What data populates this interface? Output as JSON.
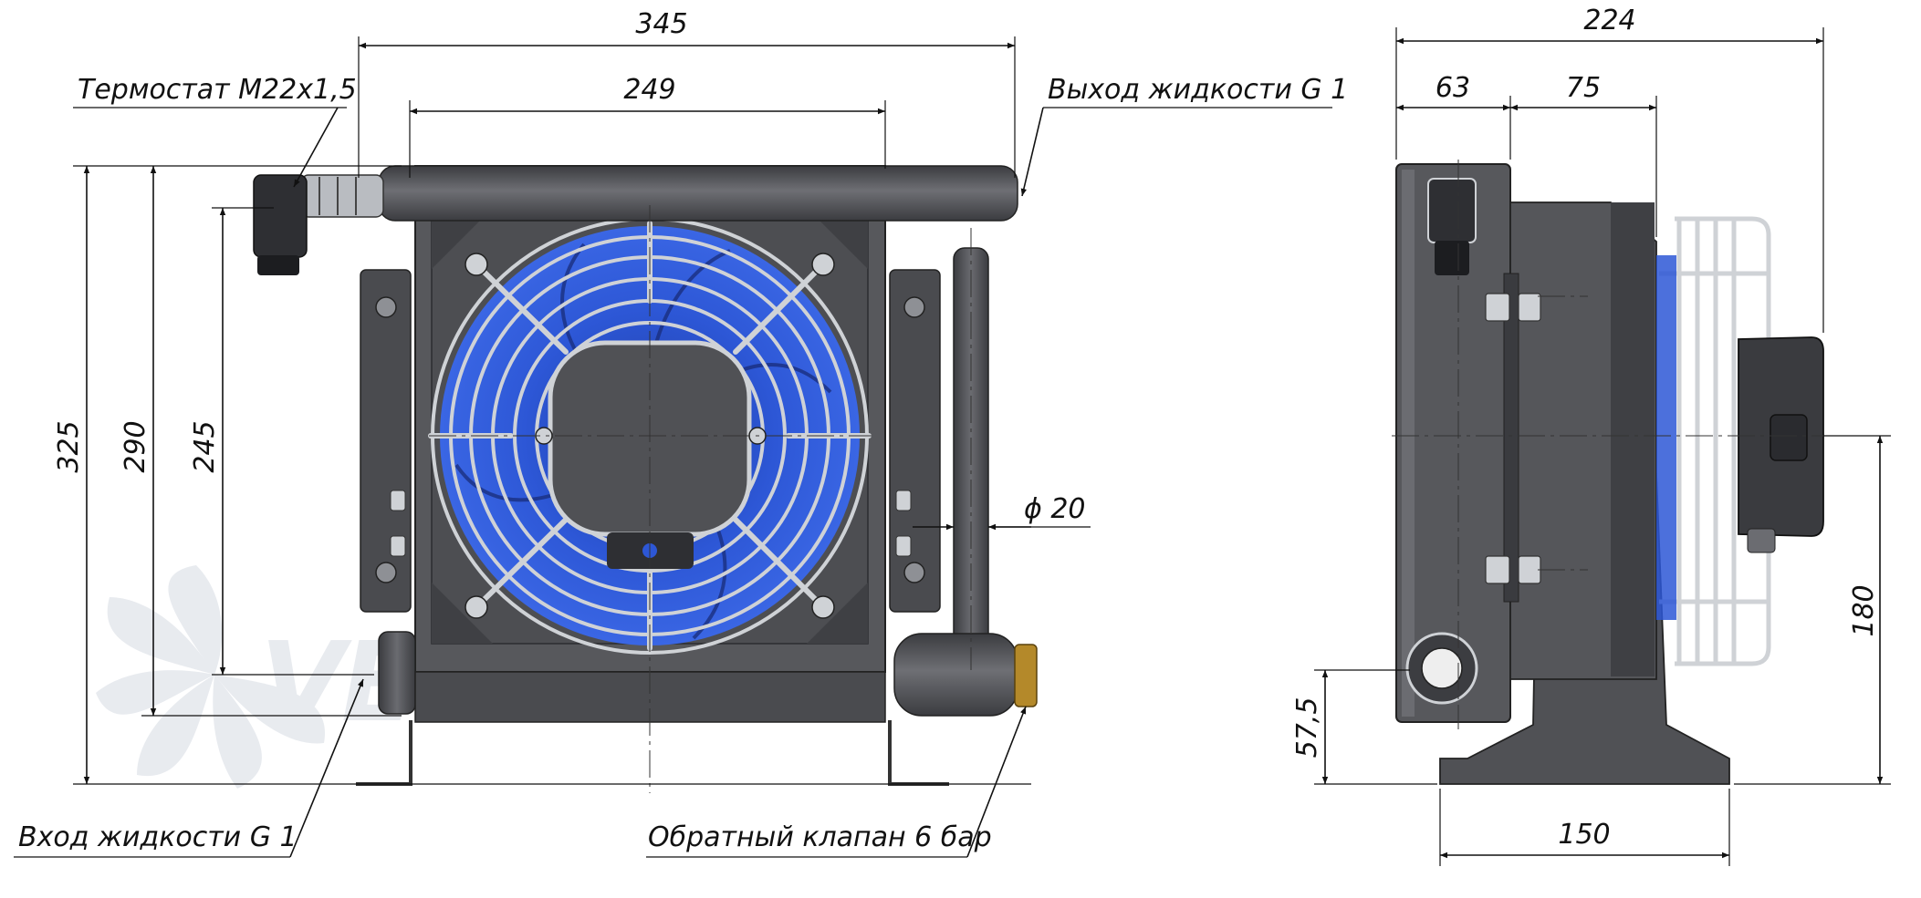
{
  "dimensions": {
    "front_width_total": "345",
    "front_width_core": "249",
    "front_height_total": "325",
    "front_height_290": "290",
    "front_height_245": "245",
    "pipe_diameter": "ϕ 20",
    "side_depth_total": "224",
    "side_depth_63": "63",
    "side_depth_75": "75",
    "side_height_180": "180",
    "side_height_57_5": "57,5",
    "side_base_150": "150"
  },
  "labels": {
    "thermostat": "Термостат М22х1,5",
    "fluid_outlet": "Выход жидкости G 1",
    "fluid_inlet": "Вход жидкости G 1",
    "check_valve": "Обратный клапан 6 бар"
  },
  "watermark": {
    "text": "VENTEL"
  },
  "colors": {
    "body": "#57585c",
    "body_dark": "#3f4044",
    "fan_blue": "#2d57d6",
    "fan_blue_dark": "#1d3aa0",
    "guard": "#cfd2d6",
    "brass": "#b4892a",
    "watermark": "#e6e9ee"
  }
}
